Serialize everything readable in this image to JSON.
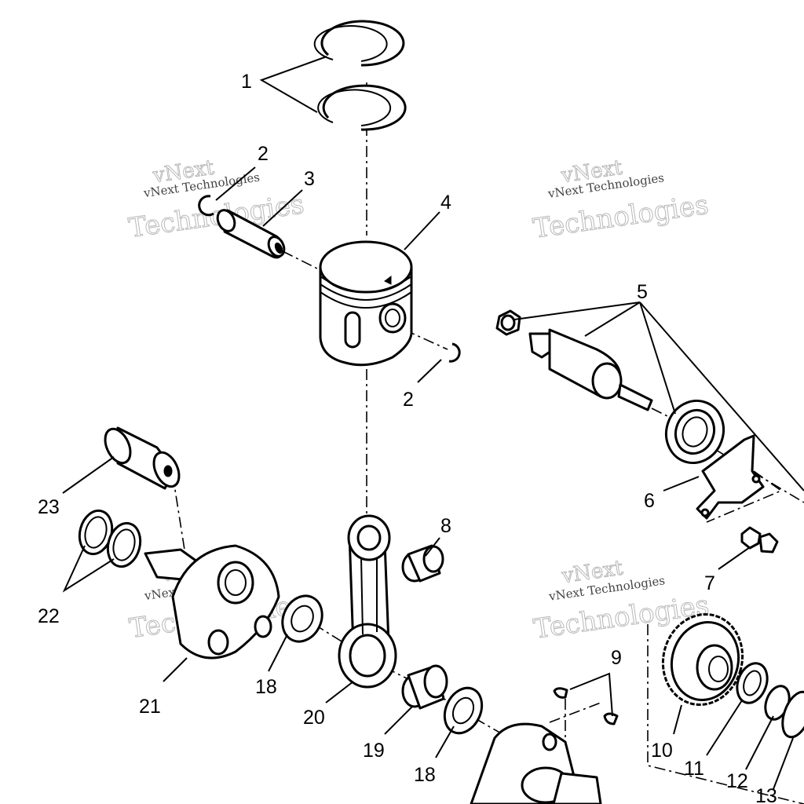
{
  "diagram": {
    "callouts": [
      "1",
      "2",
      "3",
      "4",
      "2",
      "5",
      "6",
      "7",
      "8",
      "23",
      "22",
      "21",
      "18",
      "20",
      "19",
      "18",
      "9",
      "10",
      "11",
      "12",
      "13"
    ],
    "watermark": {
      "brand": "vNext",
      "line1": "vNext Technologies",
      "line2": "Technologies"
    }
  }
}
